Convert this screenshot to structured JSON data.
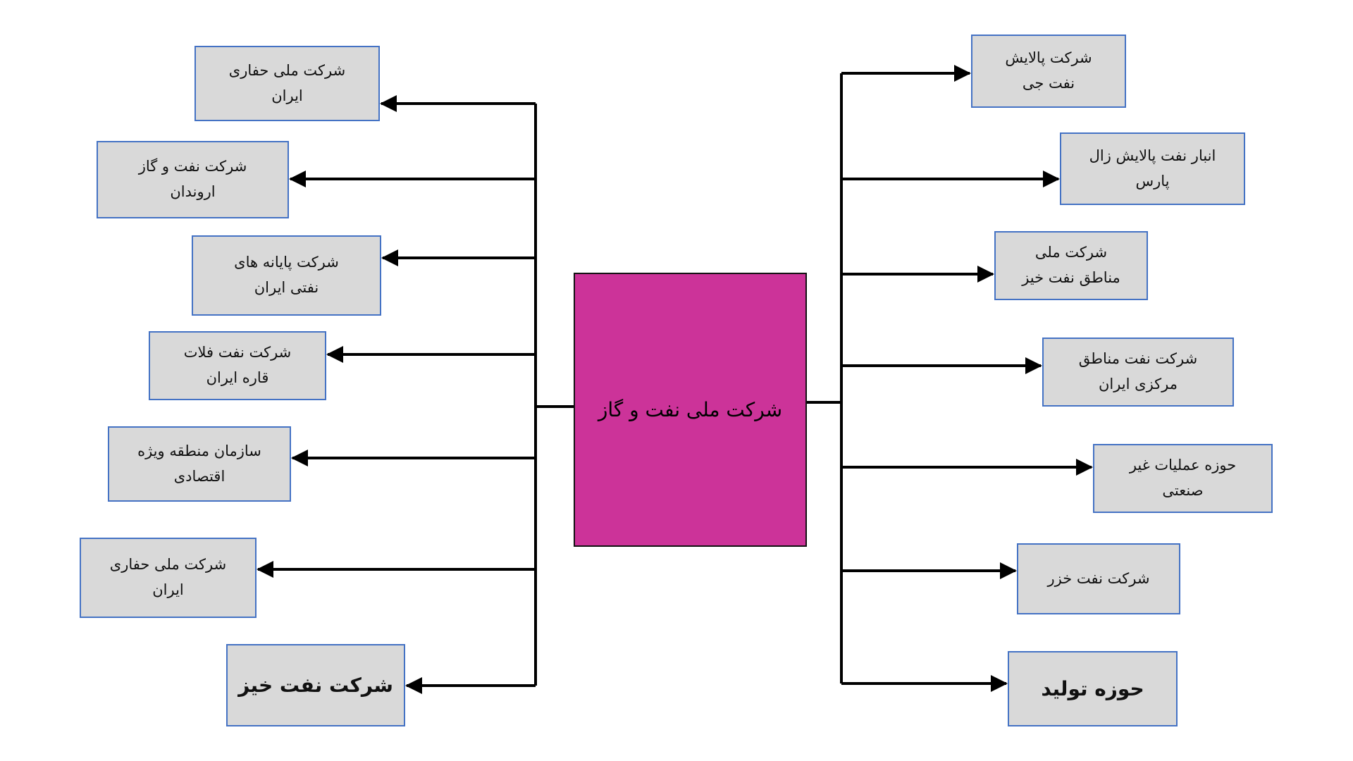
{
  "center": {
    "label": "شرکت ملی نفت و گاز"
  },
  "left_nodes": [
    {
      "label": "شرکت ملی حفاری\nایران"
    },
    {
      "label": "شرکت نفت و گاز\nاروندان"
    },
    {
      "label": "شرکت پایانه های\nنفتی ایران"
    },
    {
      "label": "شرکت نفت فلات\nقاره ایران"
    },
    {
      "label": "سازمان منطقه ویژه\nاقتصادی"
    },
    {
      "label": "شرکت ملی حفاری\nایران"
    },
    {
      "label": "شرکت نفت خیز"
    }
  ],
  "right_nodes": [
    {
      "label": "شرکت پالایش\nنفت جی"
    },
    {
      "label": "انبار نفت پالایش زال\nپارس"
    },
    {
      "label": "شرکت ملی\nمناطق نفت خیز"
    },
    {
      "label": "شرکت نفت مناطق\nمرکزی ایران"
    },
    {
      "label": "حوزه عملیات غیر\nصنعتی"
    },
    {
      "label": "شرکت نفت خزر"
    },
    {
      "label": "حوزه تولید"
    }
  ],
  "colors": {
    "center_fill": "#cc3399",
    "node_fill": "#d9d9d9",
    "node_border": "#4472c4",
    "line": "#000000"
  }
}
